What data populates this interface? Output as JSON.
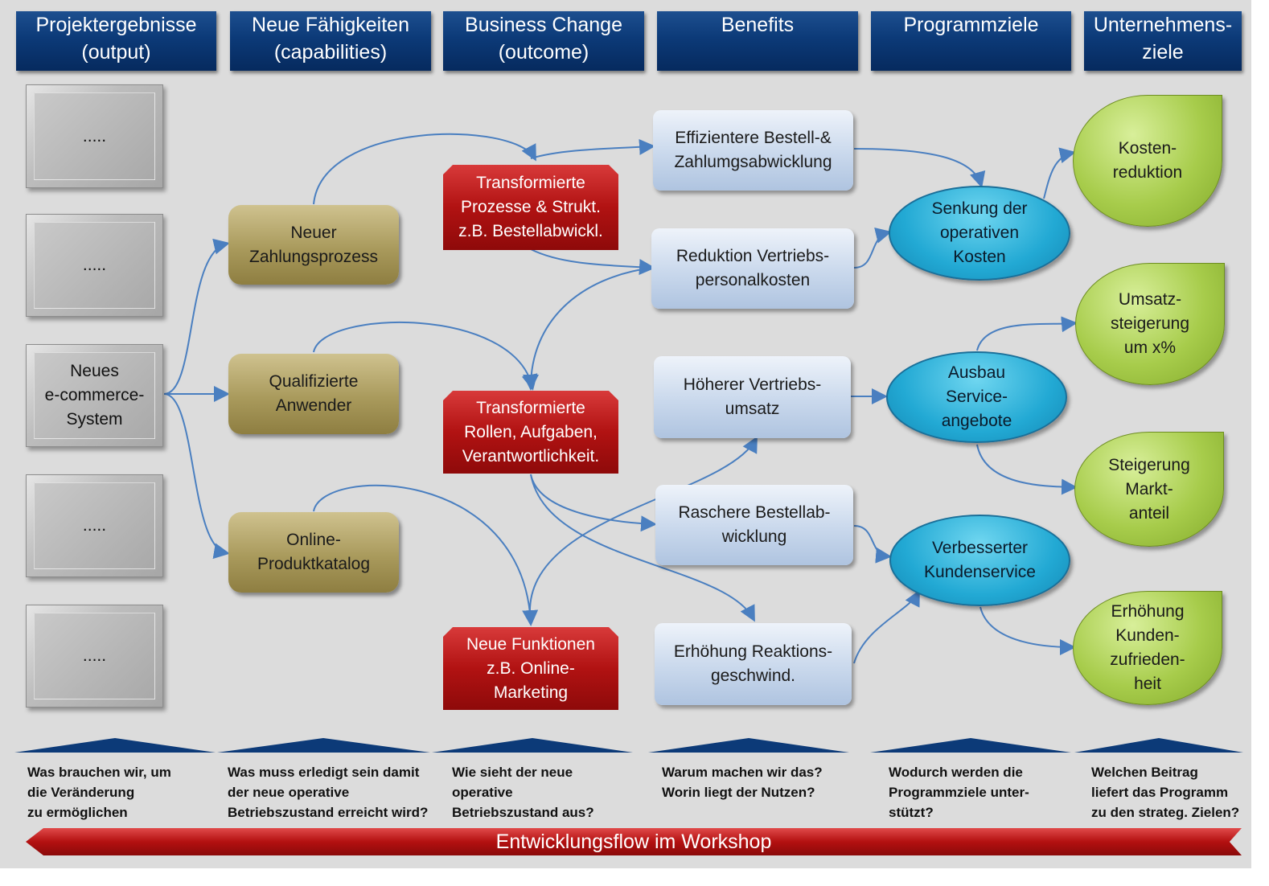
{
  "headers": [
    "Projektergebnisse\n(output)",
    "Neue Fähigkeiten\n(capabilities)",
    "Business Change\n(outcome)",
    "Benefits",
    "Programmziele",
    "Unternehmens-\nziele"
  ],
  "outputs": [
    ".....",
    ".....",
    "Neues\ne-commerce-\nSystem",
    ".....",
    "....."
  ],
  "capabilities": [
    "Neuer\nZahlungsprozess",
    "Qualifizierte\nAnwender",
    "Online-\nProduktkatalog"
  ],
  "outcomes": [
    "Transformierte\nProzesse & Strukt.\nz.B. Bestellabwickl.",
    "Transformierte\nRollen, Aufgaben,\nVerantwortlichkeit.",
    "Neue Funktionen\nz.B. Online-\nMarketing"
  ],
  "benefits": [
    "Effizientere Bestell-&\nZahlumgsabwicklung",
    "Reduktion Vertriebs-\npersonalkosten",
    "Höherer Vertriebs-\numsatz",
    "Raschere Bestellab-\nwicklung",
    "Erhöhung Reaktions-\ngeschwind."
  ],
  "program_goals": [
    "Senkung der\noperativen\nKosten",
    "Ausbau\nService-\nangebote",
    "Verbesserter\nKundenservice"
  ],
  "company_goals": [
    "Kosten-\nreduktion",
    "Umsatz-\nsteigerung\num x%",
    "Steigerung\nMarkt-\nanteil",
    "Erhöhung\nKunden-\nzufrieden-\nheit"
  ],
  "questions": [
    "Was brauchen wir, um\ndie Veränderung\nzu ermöglichen",
    "Was muss erledigt sein damit\nder neue operative\nBetriebszustand erreicht wird?",
    "Wie sieht der neue\noperative\nBetriebszustand aus?",
    "Warum machen wir das?\nWorin liegt der Nutzen?",
    "Wodurch werden die\nProgrammziele unter-\nstützt?",
    "Welchen Beitrag\nliefert das Programm\nzu den strateg. Zielen?"
  ],
  "flow_label": "Entwicklungsflow im Workshop",
  "colors": {
    "header": "#0c3a78",
    "output": "#b0b0b0",
    "capability": "#a99a5c",
    "outcome": "#b11212",
    "benefit": "#c9d8ec",
    "program_goal": "#22a9d4",
    "company_goal": "#a7cc4b",
    "arrow": "#4a7fc0",
    "flow_bar": "#b31010"
  }
}
